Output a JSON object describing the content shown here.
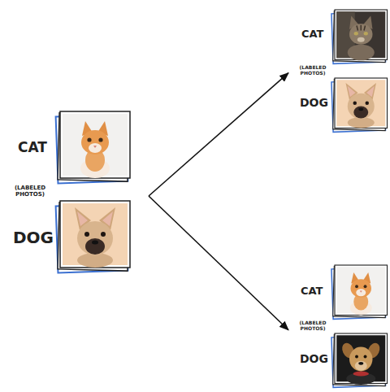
{
  "diagram": {
    "nodes": [
      {
        "text": [
          "CAT",
          "(LABELED PHOTOS)",
          "DOG"
        ]
      },
      {
        "text": [
          "CAT",
          "(LABELED PHOTOS)",
          "DOG"
        ]
      },
      {
        "text": [
          "CAT",
          "(LABELED PHOTOS)",
          "DOG"
        ]
      }
    ],
    "edges": [
      {
        "from": 0,
        "to": 1,
        "arrow": "to"
      },
      {
        "from": 0,
        "to": 2,
        "arrow": "to"
      }
    ]
  }
}
